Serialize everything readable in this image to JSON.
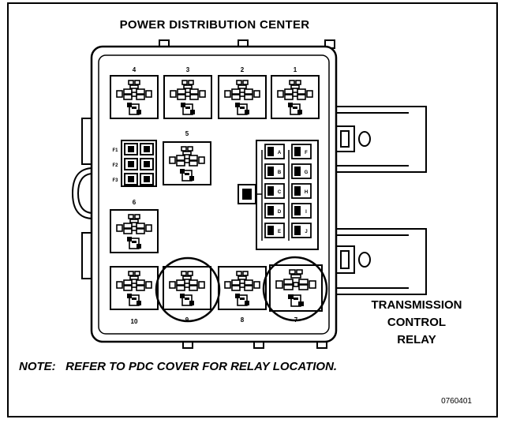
{
  "title": "POWER DISTRIBUTION CENTER",
  "relays_top": [
    "4",
    "3",
    "2",
    "1"
  ],
  "relay_middle": "5",
  "relay_left": "6",
  "relays_bottom": [
    "10",
    "9",
    "8",
    "7"
  ],
  "fuse_labels": [
    "F1",
    "F2",
    "F3"
  ],
  "fuse_letters_left": [
    "A",
    "B",
    "C",
    "D",
    "E"
  ],
  "fuse_letters_right": [
    "F",
    "G",
    "H",
    "I",
    "J"
  ],
  "callout": [
    "TRANSMISSION",
    "CONTROL",
    "RELAY"
  ],
  "note": "NOTE:   REFER TO PDC COVER FOR RELAY LOCATION.",
  "figure_code": "0760401",
  "highlighted_relays": [
    "9",
    "7"
  ],
  "colors": {
    "line": "#000000",
    "fill": "#ffffff"
  }
}
